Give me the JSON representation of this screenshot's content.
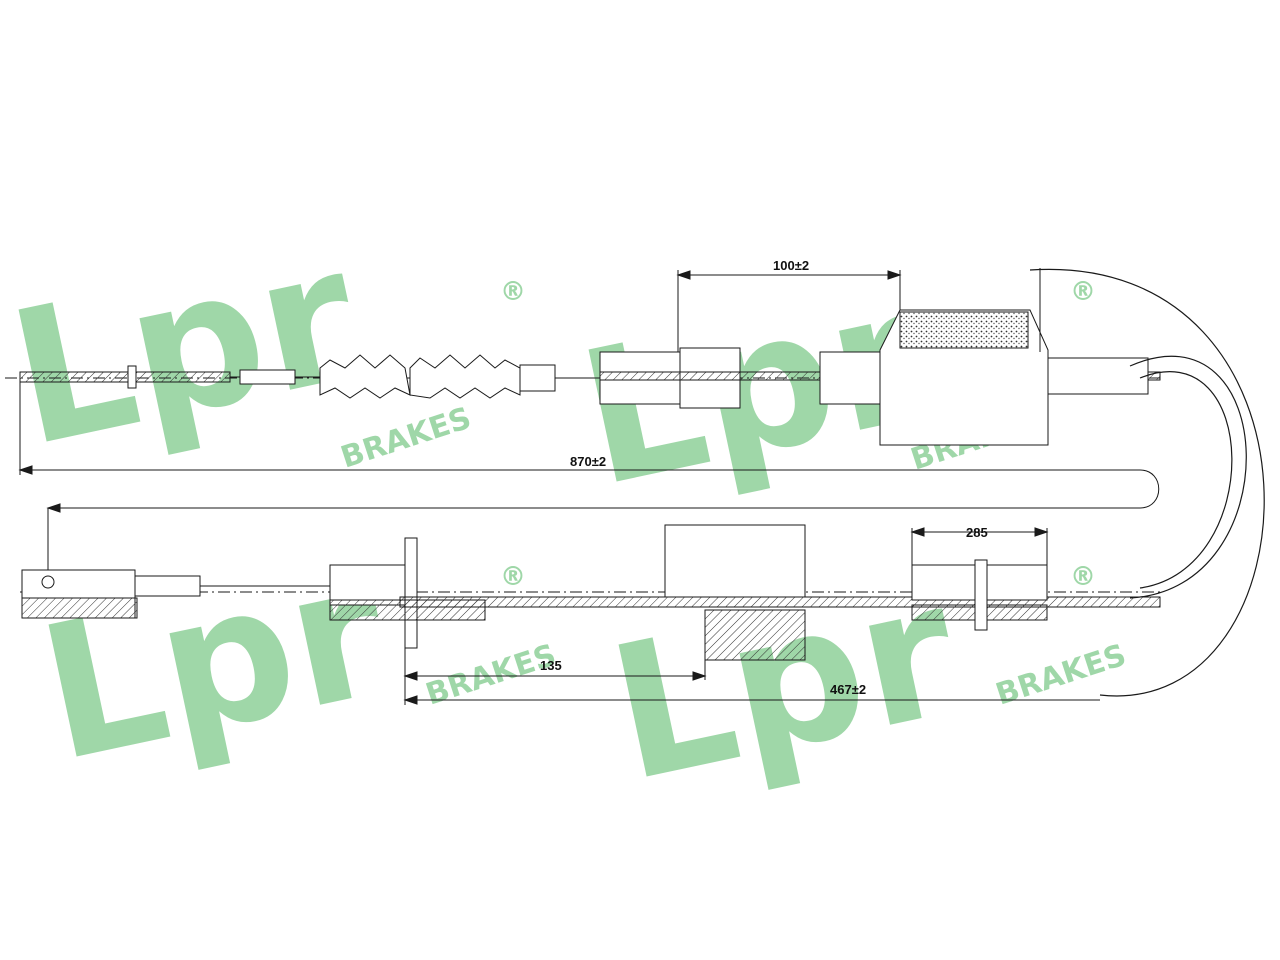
{
  "watermark": {
    "logo_text": "Lpr",
    "brand_text": "BRAKES",
    "registered_mark": "®",
    "color": "#8fd19a"
  },
  "dimensions": {
    "total_length": "870±2",
    "sleeve_length": "100±2",
    "end_fitting": "285",
    "boot_offset": "135",
    "outer_length": "467±2"
  },
  "colors": {
    "line": "#1a1a1a",
    "background": "#ffffff"
  }
}
